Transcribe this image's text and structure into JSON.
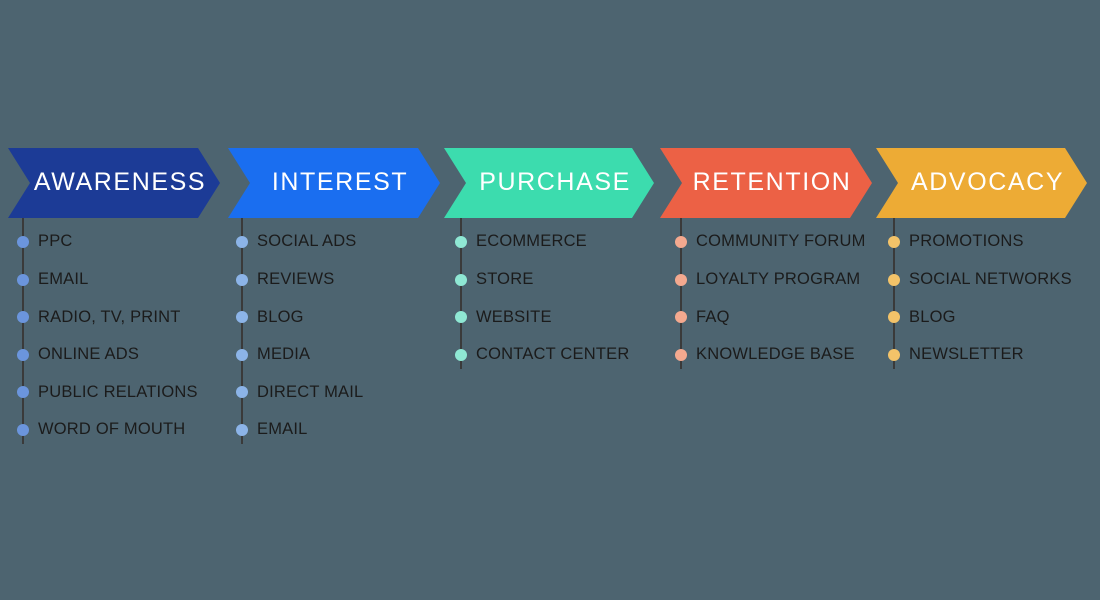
{
  "background_color": "#4d6470",
  "diagram": {
    "title_text_color": "#ffffff",
    "axis_line_color": "#3a3a3a",
    "item_text_color": "#1b1b1b",
    "stages": [
      {
        "label": "AWARENESS",
        "color": "#1c3b96",
        "dot_color": "#6b95dd",
        "items": [
          "PPC",
          "EMAIL",
          "RADIO, TV, PRINT",
          "ONLINE ADS",
          "PUBLIC RELATIONS",
          "WORD OF MOUTH"
        ]
      },
      {
        "label": "INTEREST",
        "color": "#1a6ef0",
        "dot_color": "#8cb4e8",
        "items": [
          "SOCIAL ADS",
          "REVIEWS",
          "BLOG",
          "MEDIA",
          "DIRECT MAIL",
          "EMAIL"
        ]
      },
      {
        "label": "PURCHASE",
        "color": "#3cdcae",
        "dot_color": "#8fe8d4",
        "items": [
          "ECOMMERCE",
          "STORE",
          "WEBSITE",
          "CONTACT CENTER"
        ]
      },
      {
        "label": "RETENTION",
        "color": "#ec6145",
        "dot_color": "#f4a98f",
        "items": [
          "COMMUNITY FORUM",
          "LOYALTY PROGRAM",
          "FAQ",
          "KNOWLEDGE BASE"
        ]
      },
      {
        "label": "ADVOCACY",
        "color": "#edab35",
        "dot_color": "#f3c369",
        "items": [
          "PROMOTIONS",
          "SOCIAL NETWORKS",
          "BLOG",
          "NEWSLETTER"
        ]
      }
    ]
  }
}
